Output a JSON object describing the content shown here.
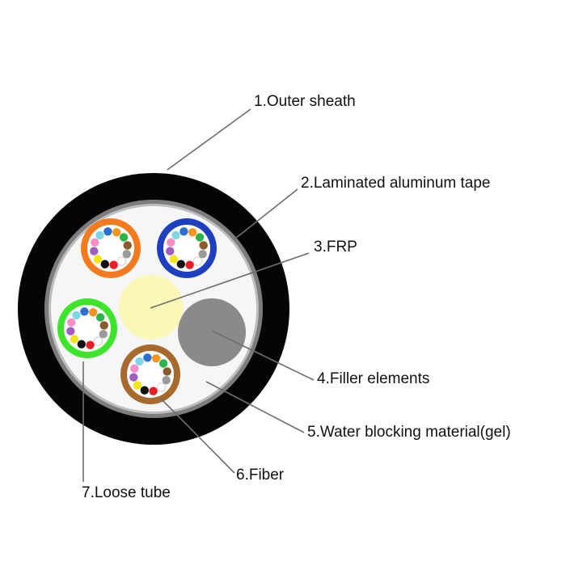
{
  "labels": {
    "outer_sheath": "1.Outer sheath",
    "aluminum_tape": "2.Laminated aluminum tape",
    "frp": "3.FRP",
    "filler": "4.Filler elements",
    "gel": "5.Water blocking material(gel)",
    "fiber": "6.Fiber",
    "loose_tube": "7.Loose tube"
  },
  "colors": {
    "sheath": "#050505",
    "tape": "#7d7d7d",
    "interior": "#f6f6f6",
    "frp": "#fbf7b7",
    "filler": "#8a8a8a",
    "leader": "#6e6e6e",
    "tube_orange": "#f47a20",
    "tube_blue": "#1e3fbf",
    "tube_green": "#3ee32c",
    "tube_brown": "#a86a2c"
  },
  "fiber_colors": [
    "#2b6fd1",
    "#f7941d",
    "#2db34a",
    "#8b5a2b",
    "#9a9a9a",
    "#ffffff",
    "#e81d25",
    "#111111",
    "#f5e51b",
    "#a05fc0",
    "#f58fc6",
    "#7fd6e8"
  ]
}
